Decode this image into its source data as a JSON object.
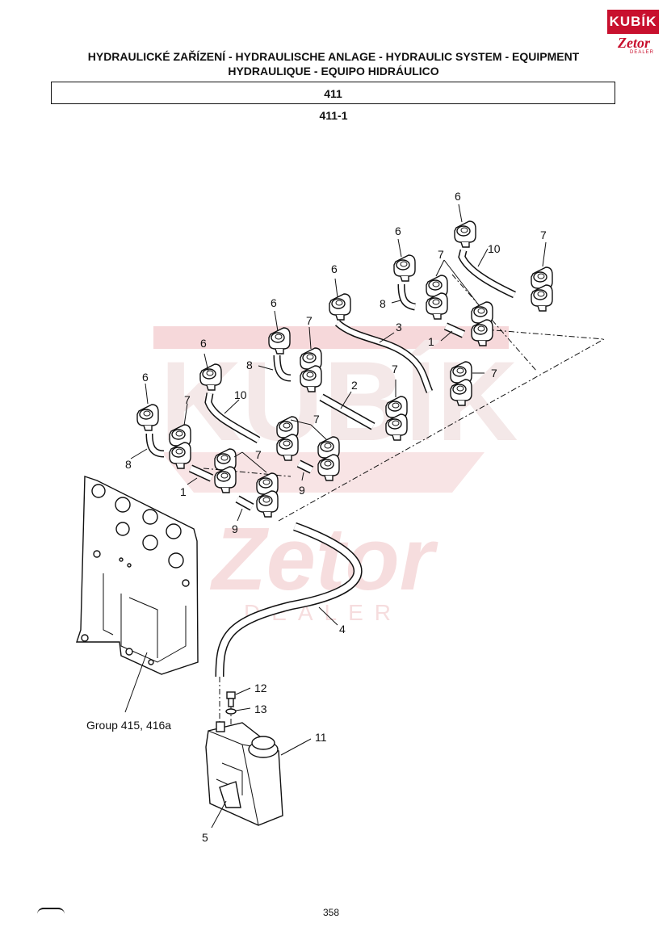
{
  "header": {
    "title_line1": "HYDRAULICKÉ ZAŘÍZENÍ - HYDRAULISCHE ANLAGE - HYDRAULIC SYSTEM - EQUIPMENT",
    "title_line2": "HYDRAULIQUE - EQUIPO HIDRÁULICO",
    "group_number": "411",
    "figure_id": "411-1"
  },
  "logo": {
    "brand": "KUBÍK",
    "sub": "Zetor",
    "tag": "DEALER",
    "color": "#c8102e"
  },
  "watermark": {
    "text1": "KUBÍK",
    "text2": "Zetor",
    "text3": "DEALER",
    "color": "#f3c9cc"
  },
  "labels": {
    "group_ref": "Group 415, 416a"
  },
  "parts": [
    "1",
    "2",
    "3",
    "4",
    "5",
    "6",
    "7",
    "8",
    "9",
    "10",
    "11",
    "12",
    "13"
  ],
  "footer": {
    "page": "358"
  }
}
